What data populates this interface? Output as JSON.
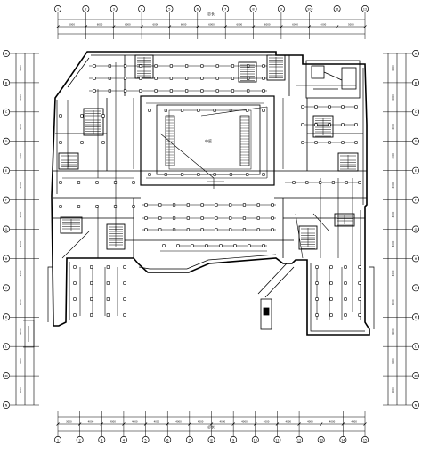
{
  "drawing": {
    "total_label_top": "总长",
    "total_label_bottom": "总长",
    "hall_label": "中庭",
    "colors": {
      "line": "#000000",
      "background": "#ffffff"
    }
  },
  "top_axis": {
    "bubbles": [
      "1",
      "2",
      "3",
      "4",
      "5",
      "6",
      "7",
      "8",
      "9",
      "10",
      "11",
      "12"
    ],
    "dims": [
      "5000",
      "6000",
      "6000",
      "6000",
      "6000",
      "6000",
      "6000",
      "6000",
      "6000",
      "6000",
      "5000"
    ]
  },
  "bottom_axis": {
    "bubbles": [
      "1",
      "2",
      "3",
      "4",
      "5",
      "6",
      "7",
      "8",
      "9",
      "10",
      "11",
      "12",
      "13",
      "14",
      "15"
    ],
    "dims": [
      "3000",
      "4000",
      "4000",
      "4000",
      "4000",
      "4000",
      "4000",
      "4000",
      "4000",
      "4000",
      "4000",
      "4000",
      "4000",
      "4000"
    ]
  },
  "left_axis": {
    "bubbles": [
      "A",
      "B",
      "C",
      "D",
      "E",
      "F",
      "G",
      "H",
      "J",
      "K",
      "L",
      "M",
      "N"
    ],
    "dims": [
      "4000",
      "4000",
      "4000",
      "4000",
      "4000",
      "4000",
      "4000",
      "4000",
      "4000",
      "4000",
      "4000",
      "4000"
    ]
  },
  "right_axis": {
    "bubbles": [
      "A",
      "B",
      "C",
      "D",
      "E",
      "F",
      "G",
      "H",
      "J",
      "K",
      "L",
      "M",
      "N"
    ],
    "dims": [
      "4000",
      "4000",
      "4000",
      "4000",
      "4000",
      "4000",
      "4000",
      "4000",
      "4000",
      "4000",
      "4000",
      "4000"
    ]
  }
}
